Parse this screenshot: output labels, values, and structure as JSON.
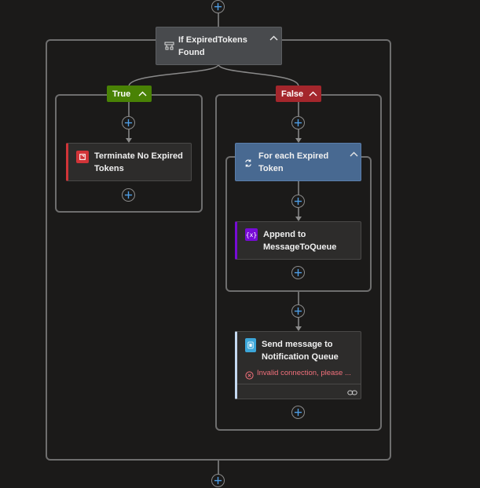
{
  "condition": {
    "title": "If ExpiredTokens Found",
    "title_line1": "If ExpiredTokens",
    "title_line2": "Found",
    "icon": "condition-icon"
  },
  "branches": {
    "true_label": "True",
    "false_label": "False"
  },
  "true_branch": {
    "action": {
      "title_line1": "Terminate No Expired",
      "title_line2": "Tokens",
      "icon": "terminate-icon",
      "accent": "#d13438"
    }
  },
  "false_branch": {
    "foreach": {
      "title_line1": "For each Expired",
      "title_line2": "Token",
      "icon": "loop-icon",
      "color": "#486991"
    },
    "append": {
      "title_line1": "Append to",
      "title_line2": "MessageToQueue",
      "icon": "variable-icon",
      "accent": "#770bd6"
    },
    "send": {
      "title_line1": "Send message to",
      "title_line2": "Notification Queue",
      "error_text": "Invalid connection, please ...",
      "icon": "queue-icon",
      "footer_icon": "link-icon",
      "accent": "#c5d9f1"
    }
  },
  "colors": {
    "true_green": "#498205",
    "false_red": "#a4262c",
    "plus_blue": "#4f9fe8",
    "error_red": "#f1707b"
  }
}
